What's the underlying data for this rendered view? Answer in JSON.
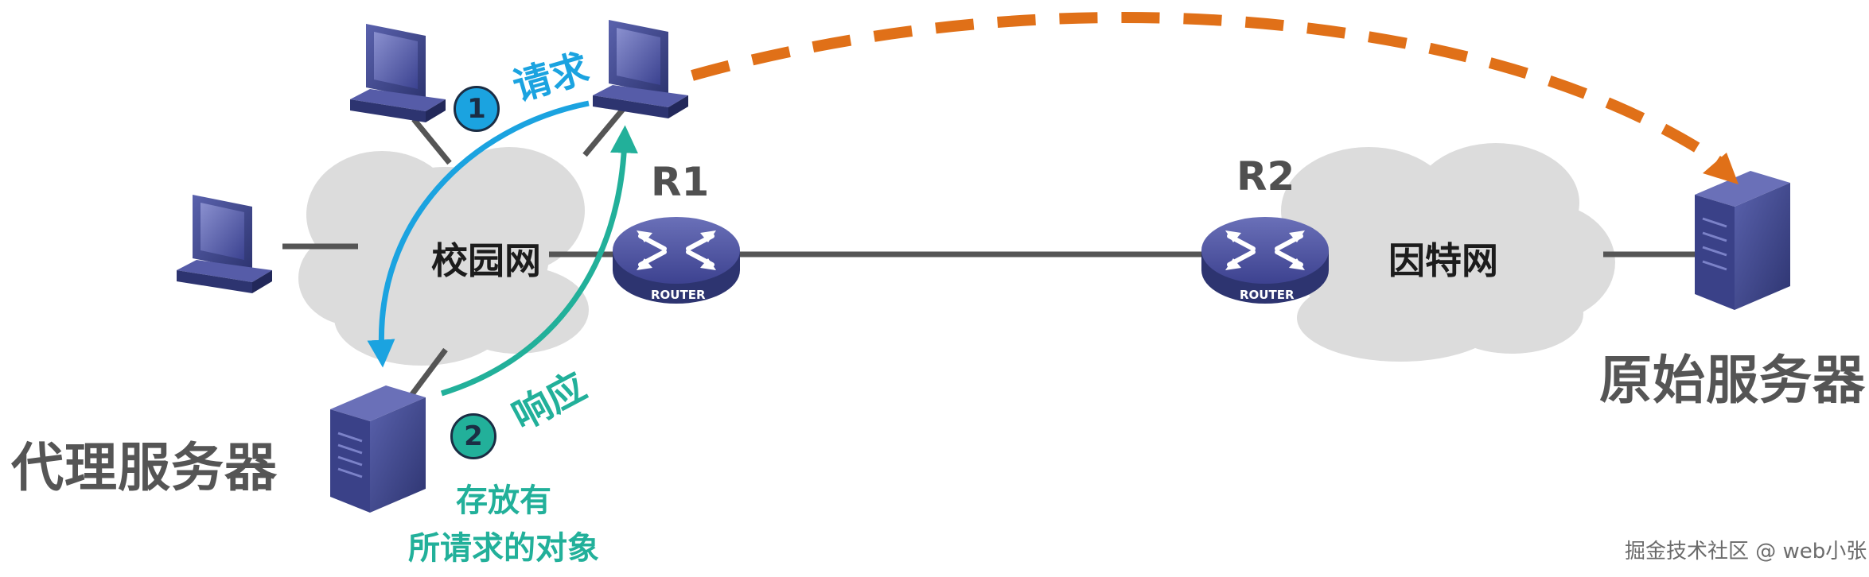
{
  "labels": {
    "campus_network": "校园网",
    "internet": "因特网",
    "proxy_server": "代理服务器",
    "origin_server": "原始服务器",
    "router1": "R1",
    "router2": "R2",
    "router_text": "ROUTER",
    "request": "请求",
    "response": "响应",
    "stored_note_line1": "存放有",
    "stored_note_line2": "所请求的对象",
    "step1": "1",
    "step2": "2",
    "watermark": "掘金技术社区 @ web小张"
  },
  "icons": [
    "desktop-computer-icon",
    "server-tower-icon",
    "router-icon",
    "cloud-icon"
  ],
  "colors": {
    "request_arrow": "#1ba3e0",
    "response_arrow": "#22b09a",
    "direct_path_arrow": "#e07018",
    "router_body": "#4a4f9a",
    "device_body": "#3d4585",
    "cloud": "#dcdcdc",
    "link": "#555555"
  }
}
